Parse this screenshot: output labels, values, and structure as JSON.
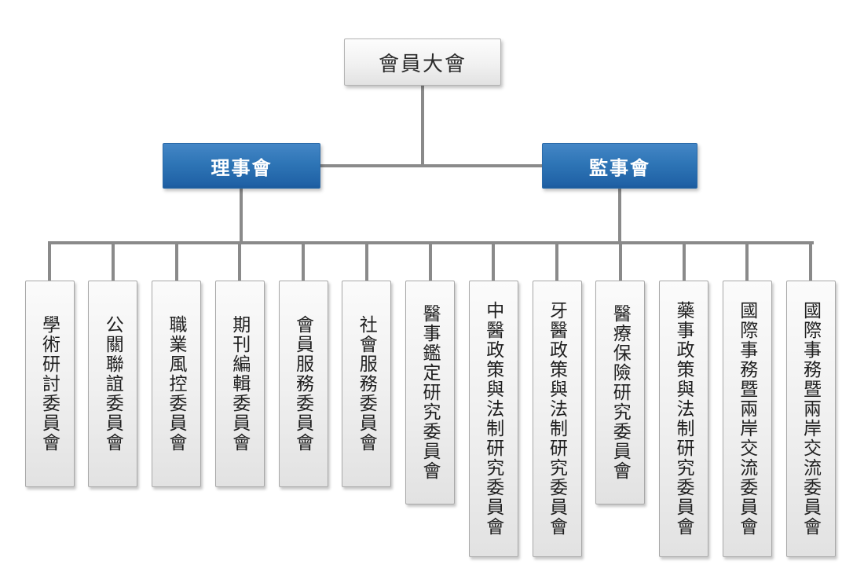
{
  "chart": {
    "type": "org-chart",
    "root": {
      "label": "會員大會"
    },
    "boards": [
      {
        "label": "理事會"
      },
      {
        "label": "監事會"
      }
    ],
    "committees": [
      {
        "label": "學術研討委員會"
      },
      {
        "label": "公關聯誼委員會"
      },
      {
        "label": "職業風控委員會"
      },
      {
        "label": "期刊編輯委員會"
      },
      {
        "label": "會員服務委員會"
      },
      {
        "label": "社會服務委員會"
      },
      {
        "label": "醫事鑑定研究委員會"
      },
      {
        "label": "中醫政策與法制研究委員會"
      },
      {
        "label": "牙醫政策與法制研究委員會"
      },
      {
        "label": "醫療保險研究委員會"
      },
      {
        "label": "藥事政策與法制研究委員會"
      },
      {
        "label": "國際事務暨兩岸交流委員會"
      },
      {
        "label": "國際事務暨兩岸交流委員會"
      }
    ],
    "colors": {
      "board_blue": "#2E75B6",
      "node_gray_fill": "#EDEDED",
      "node_border": "#A8A8A8",
      "connector_gray": "#8A8A8A"
    }
  }
}
